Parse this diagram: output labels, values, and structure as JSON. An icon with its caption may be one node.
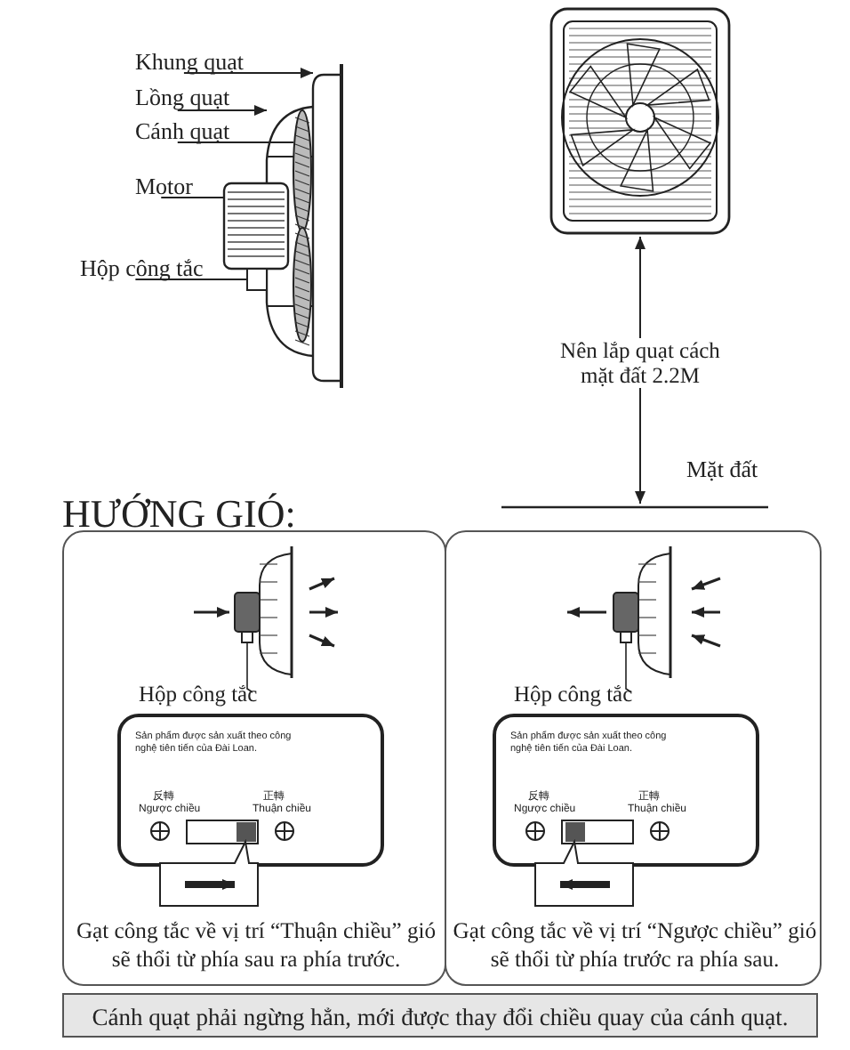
{
  "diagram": {
    "nodes": [
      {
        "text": [
          "Khung quạt"
        ]
      },
      {
        "text": [
          "Lồng quạt"
        ]
      },
      {
        "text": [
          "Cánh quạt"
        ]
      },
      {
        "text": [
          "Motor"
        ]
      },
      {
        "text": [
          "Hộp công tắc"
        ]
      },
      {
        "text": [],
        "shape": "picture"
      },
      {
        "text": [],
        "shape": "picture"
      },
      {
        "text": [],
        "shape": "picture",
        "in": 6
      },
      {
        "text": [],
        "shape": "picture"
      },
      {
        "text": [],
        "shape": "box"
      },
      {
        "text": [
          "Gạt công tắc về vị trí “Thuận chiều” gió sẽ thổi từ phía sau ra phía trước."
        ]
      },
      {
        "text": [
          "Hộp công tắc",
          "Sản phẩm được sản xuất theo công nghệ tiên tiến của Đài Loan.",
          "反轉",
          "Ngược chiều",
          "正轉",
          "Thuận chiều"
        ],
        "in": 10
      },
      {
        "text": [
          "Gạt công tắc về vị trí “Ngược chiều” gió sẽ thổi từ phía trước ra phía sau."
        ]
      },
      {
        "text": [
          "Hộp công tắc",
          "Sản phẩm được sản xuất theo công nghệ tiên tiến của Đài Loan.",
          "反轉",
          "Ngược chiều",
          "正轉",
          "Thuận chiều"
        ],
        "in": 12
      },
      {
        "text": [
          "Cánh quạt phải ngừng hẳn, mới được thay đổi chiều quay của cánh quạt."
        ]
      }
    ],
    "edges": [
      {
        "from": 0,
        "to": 5,
        "arrow": "to"
      },
      {
        "from": 1,
        "to": 6,
        "arrow": "to"
      },
      {
        "from": 2,
        "to": 7,
        "arrow": "none"
      },
      {
        "from": 3,
        "to": 8,
        "arrow": "none"
      },
      {
        "from": 4,
        "to": 9,
        "arrow": "none"
      }
    ],
    "labels": [
      "Nên lắp quạt cách mặt đất 2.2M",
      "Mặt đất",
      "HƯỚNG GIÓ:"
    ]
  }
}
